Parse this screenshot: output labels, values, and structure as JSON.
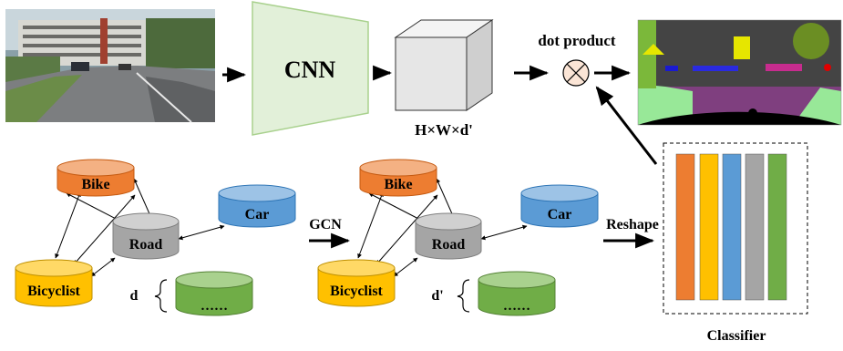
{
  "labels": {
    "cnn": "CNN",
    "feature_dims": "H×W×d'",
    "dot_product": "dot product",
    "gcn": "GCN",
    "reshape": "Reshape",
    "classifier": "Classifier",
    "dim_d": "d",
    "dim_d_prime": "d'"
  },
  "graph_before": {
    "nodes": {
      "bike": "Bike",
      "road": "Road",
      "car": "Car",
      "bicyclist": "Bicyclist",
      "more": "……"
    }
  },
  "graph_after": {
    "nodes": {
      "bike": "Bike",
      "road": "Road",
      "car": "Car",
      "bicyclist": "Bicyclist",
      "more": "……"
    }
  },
  "colors": {
    "bike": "#ED7D31",
    "road": "#A5A5A5",
    "car": "#5B9BD5",
    "bicyclist": "#FFC000",
    "more": "#70AD47",
    "cnn_fill": "#E2F0D9",
    "cnn_stroke": "#A9D18E",
    "classifier_bars": [
      "#ED7D31",
      "#FFC000",
      "#5B9BD5",
      "#A5A5A5",
      "#70AD47"
    ]
  }
}
